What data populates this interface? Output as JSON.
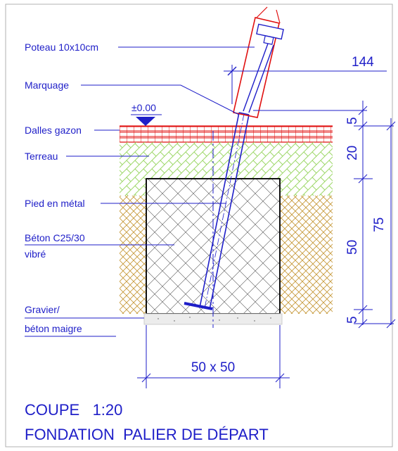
{
  "labels": {
    "poteau": "Poteau 10x10cm",
    "marquage": "Marquage",
    "dalles": "Dalles gazon",
    "terreau": "Terreau",
    "pied": "Pied en métal",
    "beton_line1": "Béton C25/30",
    "beton_line2": "vibré",
    "gravier_line1": "Gravier/",
    "gravier_line2": "béton maigre",
    "level": "±0.00"
  },
  "dimensions": {
    "top": "144",
    "d5_top": "5",
    "d20": "20",
    "d50": "50",
    "d5_bottom": "5",
    "d75": "75",
    "footing": "50 x 50"
  },
  "title": {
    "line1": "COUPE   1:20",
    "line2": "FONDATION  PALIER DE DÉPART"
  },
  "colors": {
    "annotation": "#1e1ec8",
    "post_outline": "#e01010",
    "dalles_grid": "#e01010",
    "terreau_hatch": "#9ed86a",
    "soil_hatch": "#c79a3c",
    "concrete_hatch": "#555555",
    "gravel": "#cccccc"
  }
}
